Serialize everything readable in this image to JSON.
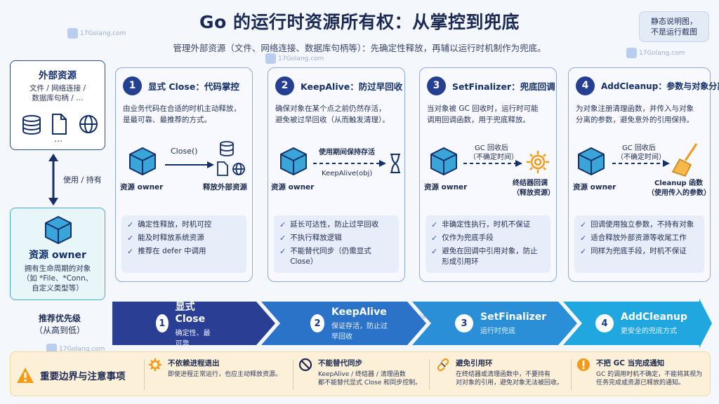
{
  "title": "Go 的运行时资源所有权：从掌控到兜底",
  "subtitle": "管理外部资源（文件、网络连接、数据库句柄等）：先确定性释放，再辅以运行时机制作为兜底。",
  "note": [
    "静态说明图，",
    "不是运行截图"
  ],
  "watermark": "17Golang.com",
  "left": {
    "ext_title": "外部资源",
    "ext_lines": [
      "文件 / 网络连接 /",
      "数据库句柄 / …"
    ],
    "ext_more": "…",
    "link_label": "使用 / 持有",
    "owner_title": "资源 owner",
    "owner_lines": [
      "拥有生命周期的对象",
      "（如 *File、*Conn、",
      "自定义类型等）"
    ]
  },
  "cards": [
    {
      "num": "1",
      "title": "显式 Close：代码掌控",
      "desc": [
        "由业务代码在合适的时机主动释放，",
        "是最可靠、最推荐的方式。"
      ],
      "owner_label": "资源 owner",
      "arrow_label": "Close()",
      "target_label": "释放外部资源",
      "features": [
        "确定性释放，时机可控",
        "能及时释放系统资源",
        "推荐在 defer 中调用"
      ]
    },
    {
      "num": "2",
      "title": "KeepAlive：防过早回收",
      "desc": [
        "确保对象在某个点之前仍然存活，",
        "避免被过早回收（从而触发清理）。"
      ],
      "owner_label": "资源 owner",
      "arrow_label": "使用期间保持存活",
      "arrow_sub": "KeepAlive(obj)",
      "features": [
        "延长可达性，防止过早回收",
        "不执行释放逻辑",
        "不能替代同步（仍需显式 Close）"
      ]
    },
    {
      "num": "3",
      "title": "SetFinalizer：兜底回调",
      "desc": [
        "当对象被 GC 回收时，运行时可能",
        "调用回调函数，用于兜底释放。"
      ],
      "owner_label": "资源 owner",
      "arrow_label": "GC 回收后",
      "arrow_sub": "（不确定时间）",
      "target_label": [
        "终结器回调",
        "（释放资源）"
      ],
      "features": [
        "非确定性执行，时机不保证",
        "仅作为兜底手段",
        "避免在回调中引用对象，防止形成引用环"
      ]
    },
    {
      "num": "4",
      "title": "AddCleanup：参数与对象分离",
      "desc": [
        "为对象注册清理函数，并传入与对象",
        "分离的参数，避免意外的引用保持。"
      ],
      "owner_label": "资源 owner",
      "arrow_label": "GC 回收后",
      "arrow_sub": "（不确定时间）",
      "target_label": [
        "Cleanup 函数",
        "（使用传入的参数）"
      ],
      "features": [
        "回调使用独立参数，不持有对象",
        "适合释放外部资源等收尾工作",
        "同样为兜底手段，时机不保证"
      ]
    }
  ],
  "priority": {
    "label": "推荐优先级",
    "sub": "（从高到低）",
    "steps": [
      {
        "num": "1",
        "title": "显式 Close",
        "sub": "确定性、最可靠",
        "color": "#2a3f94"
      },
      {
        "num": "2",
        "title": "KeepAlive",
        "sub": "保证存活，防止过早回收",
        "color": "#2b73c8"
      },
      {
        "num": "3",
        "title": "SetFinalizer",
        "sub": "运行时兜底",
        "color": "#2a8fd6"
      },
      {
        "num": "4",
        "title": "AddCleanup",
        "sub": "更安全的兜底方式",
        "color": "#21a7e0"
      }
    ]
  },
  "bottom": {
    "heading": "重要边界与注意事项",
    "items": [
      {
        "title": "不依赖进程退出",
        "text": [
          "即使进程正常运行，也应主动释放资源。"
        ]
      },
      {
        "title": "不能替代同步",
        "text": [
          "KeepAlive / 终结器 / 清理函数",
          "都不能替代显式 Close 和同步控制。"
        ]
      },
      {
        "title": "避免引用环",
        "text": [
          "在终结器或清理函数中，不要持有",
          "对对象的引用，避免对象无法被回收。"
        ]
      },
      {
        "title": "不把 GC 当完成通知",
        "text": [
          "GC 的调用时机不确定，不能将其视为",
          "任务完成或资源已释放的通知。"
        ]
      }
    ]
  },
  "colors": {
    "navy": "#253f92",
    "accent": "#2c54b8",
    "warn": "#f29b16"
  }
}
